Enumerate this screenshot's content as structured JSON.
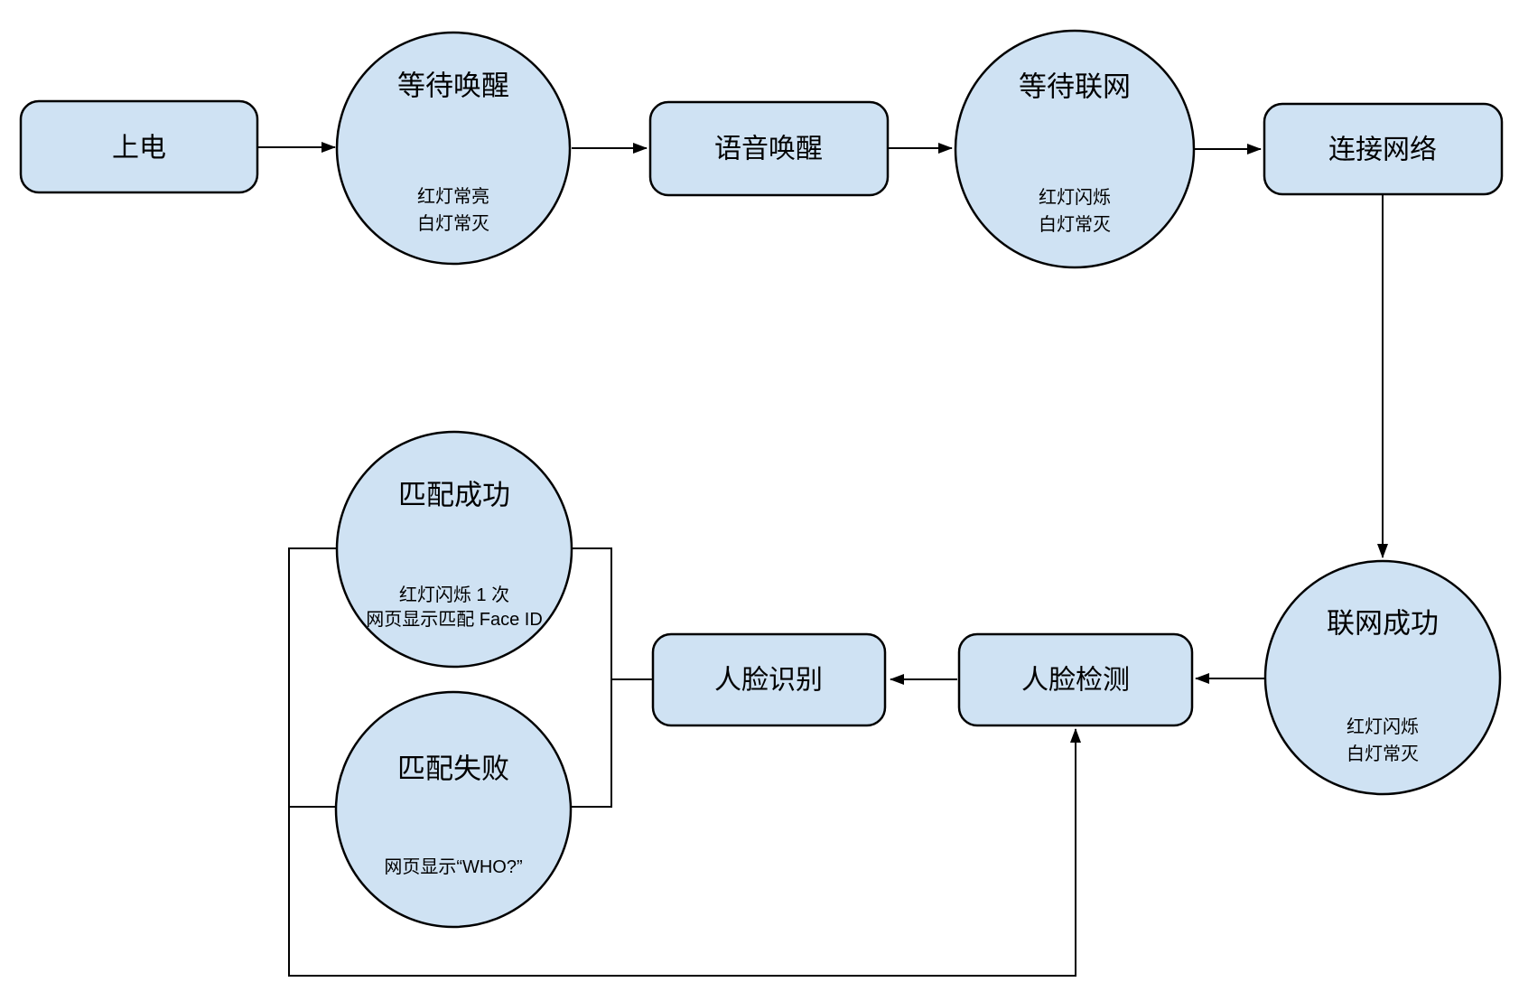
{
  "diagram": {
    "colors": {
      "node_fill": "#cfe2f3",
      "node_stroke": "#000000",
      "line": "#000000"
    },
    "nodes": {
      "power_on": {
        "label": "上电"
      },
      "wait_wake": {
        "label": "等待唤醒",
        "sub1": "红灯常亮",
        "sub2": "白灯常灭"
      },
      "voice_wake": {
        "label": "语音唤醒"
      },
      "wait_network": {
        "label": "等待联网",
        "sub1": "红灯闪烁",
        "sub2": "白灯常灭"
      },
      "connect_network": {
        "label": "连接网络"
      },
      "network_success": {
        "label": "联网成功",
        "sub1": "红灯闪烁",
        "sub2": "白灯常灭"
      },
      "face_detect": {
        "label": "人脸检测"
      },
      "face_recognize": {
        "label": "人脸识别"
      },
      "match_success": {
        "label": "匹配成功",
        "sub1": "红灯闪烁 1 次",
        "sub2": "网页显示匹配 Face ID"
      },
      "match_fail": {
        "label": "匹配失败",
        "sub1": "网页显示“WHO?”"
      }
    }
  }
}
